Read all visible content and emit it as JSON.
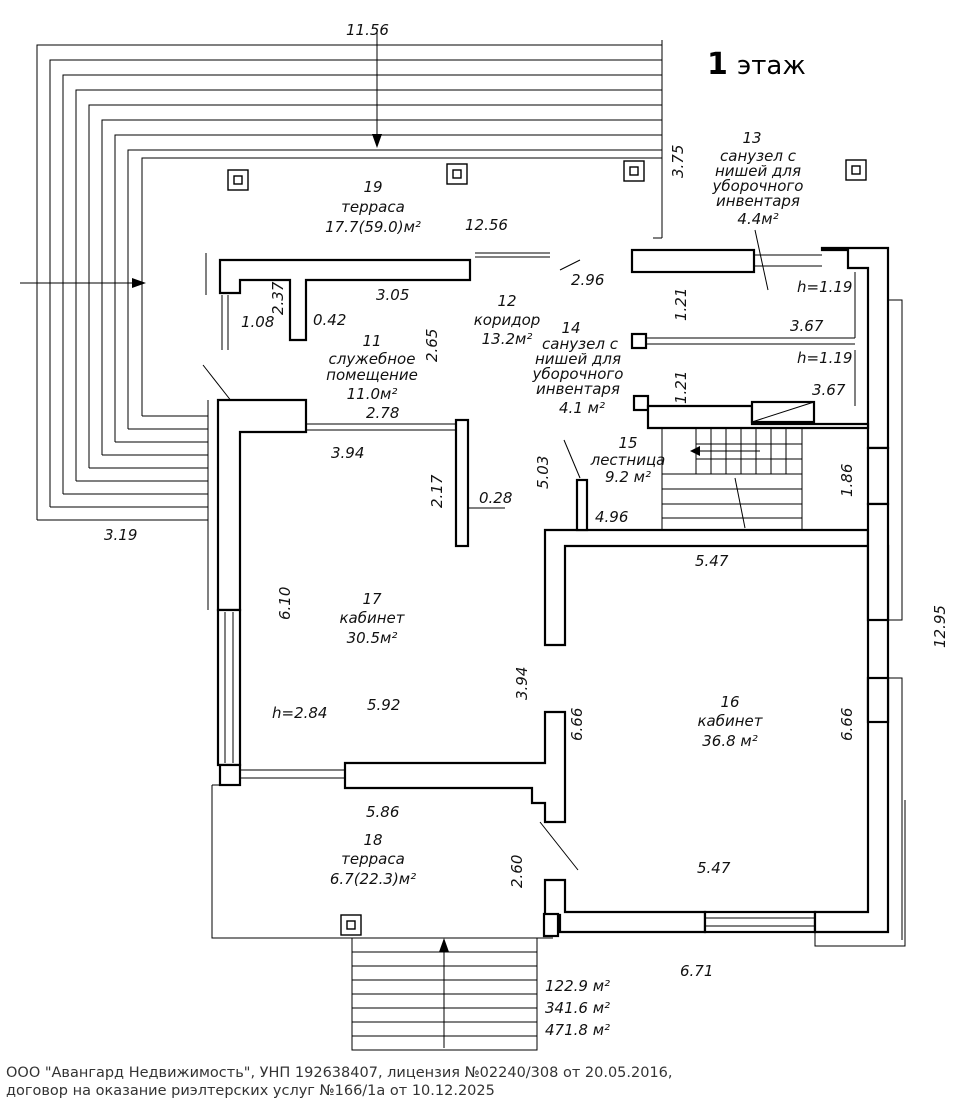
{
  "floor": {
    "number": "1",
    "word": "этаж"
  },
  "rooms": [
    {
      "num": "19",
      "name": "терраса",
      "area": "17.7(59.0)м²"
    },
    {
      "num": "13",
      "name": [
        "санузел с",
        "нишей для",
        "уборочного",
        "инвентаря"
      ],
      "area": "4.4м²"
    },
    {
      "num": "12",
      "name": "коридор",
      "area": "13.2м²"
    },
    {
      "num": "14",
      "name": [
        "санузел с",
        "нишей для",
        "уборочного",
        "инвентаря"
      ],
      "area": "4.1 м²"
    },
    {
      "num": "11",
      "name": [
        "служебное",
        "помещение"
      ],
      "area": "11.0м²"
    },
    {
      "num": "15",
      "name": "лестница",
      "area": "9.2 м²"
    },
    {
      "num": "17",
      "name": "кабинет",
      "area": "30.5м²"
    },
    {
      "num": "16",
      "name": "кабинет",
      "area": "36.8 м²"
    },
    {
      "num": "18",
      "name": "терраса",
      "area": "6.7(22.3)м²"
    }
  ],
  "dimensions": {
    "top_width": "11.56",
    "terrace_depth": "3.75",
    "terrace_len": "12.56",
    "terrace_side": "3.19",
    "corr_2_96": "2.96",
    "wall_3_05": "3.05",
    "h_2_37": "2.37",
    "d_1_08": "1.08",
    "d_0_42": "0.42",
    "h_2_65": "2.65",
    "d_2_78": "2.78",
    "d_3_94_top": "3.94",
    "d_2_17": "2.17",
    "d_0_28": "0.28",
    "d_5_03": "5.03",
    "d_4_96": "4.96",
    "d_1_21_a": "1.21",
    "d_1_21_b": "1.21",
    "d_3_67_a": "3.67",
    "d_3_67_b": "3.67",
    "h_1_19_a": "h=1.19",
    "h_1_19_b": "h=1.19",
    "d_1_86": "1.86",
    "d_5_47_top": "5.47",
    "total_depth": "12.95",
    "d_6_10": "6.10",
    "d_3_94_mid": "3.94",
    "ceiling": "h=2.84",
    "d_5_92": "5.92",
    "d_6_66_a": "6.66",
    "d_6_66_b": "6.66",
    "d_5_86": "5.86",
    "d_2_60": "2.60",
    "d_5_47_bot": "5.47",
    "d_6_71": "6.71"
  },
  "totals": [
    "122.9 м²",
    "341.6 м²",
    "471.8 м²"
  ],
  "footer": {
    "line1": "ООО \"Авангард Недвижимость\", УНП 192638407, лицензия №02240/308 от 20.05.2016,",
    "line2": "договор на оказание риэлтерских услуг №166/1а от 10.12.2025"
  }
}
